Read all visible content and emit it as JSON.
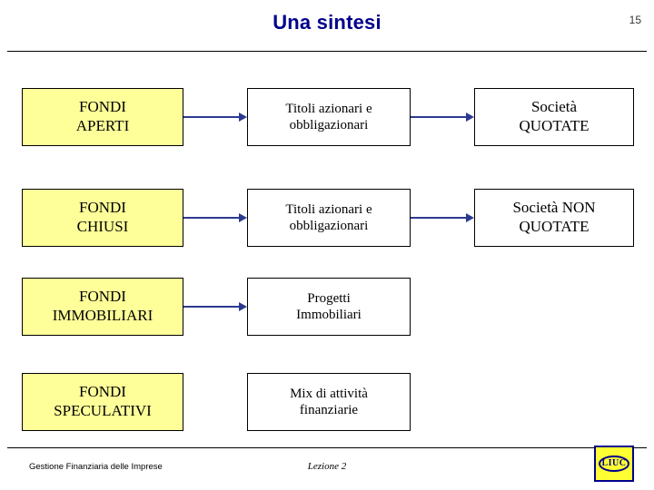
{
  "header": {
    "title": "Una sintesi",
    "slide_number": "15"
  },
  "diagram": {
    "rows": [
      {
        "fund": "FONDI\nAPERTI",
        "asset": "Titoli azionari e\nobbligazionari",
        "issuer": "Società\nQUOTATE",
        "arrow1": true,
        "arrow2": true
      },
      {
        "fund": "FONDI\nCHIUSI",
        "asset": "Titoli azionari e\nobbligazionari",
        "issuer": "Società NON\nQUOTATE",
        "arrow1": true,
        "arrow2": true
      },
      {
        "fund": "FONDI\nIMMOBILIARI",
        "asset": "Progetti\nImmobiliari",
        "issuer": "",
        "arrow1": true,
        "arrow2": false
      },
      {
        "fund": "FONDI\nSPECULATIVI",
        "asset": "Mix di attività\nfinanziarie",
        "issuer": "",
        "arrow1": false,
        "arrow2": false
      }
    ]
  },
  "footer": {
    "left": "Gestione Finanziaria delle Imprese",
    "center": "Lezione 2",
    "logo_text": "LIUC"
  },
  "colors": {
    "title": "#00008B",
    "fund_box_fill": "#FFFF99",
    "arrow": "#2B3A8F",
    "logo_fill": "#FFFF33",
    "logo_border": "#00008B"
  }
}
